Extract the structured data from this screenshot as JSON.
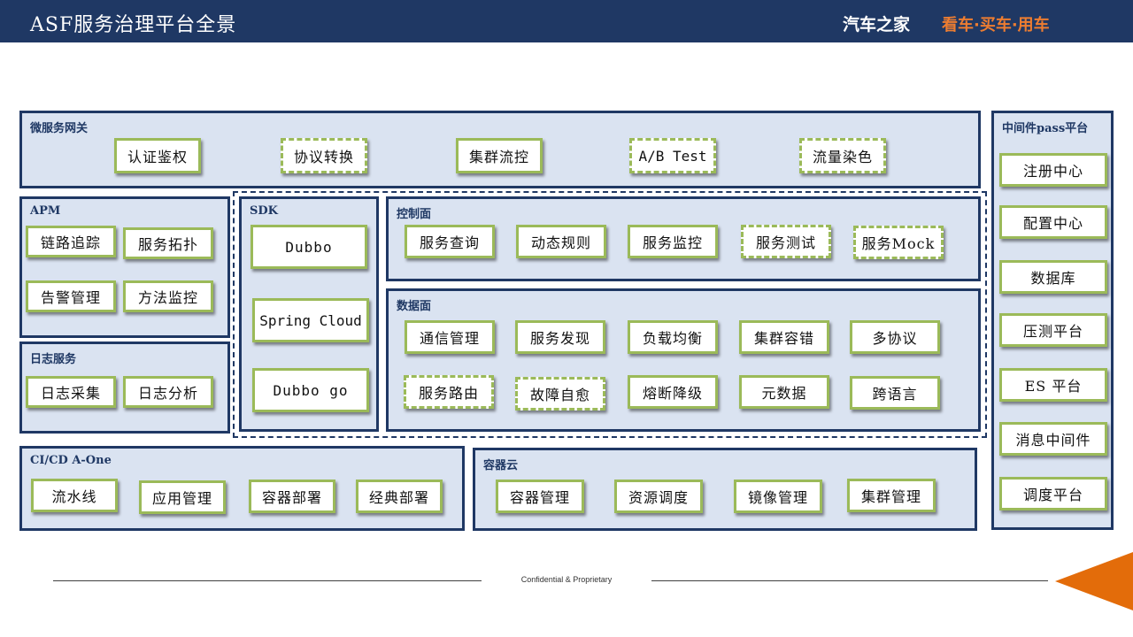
{
  "header": {
    "title": "ASF服务治理平台全景",
    "brand": "汽车之家",
    "slogan": "看车·买车·用车"
  },
  "gateway": {
    "title": "微服务网关",
    "items": [
      "认证鉴权",
      "协议转换",
      "集群流控",
      "A/B Test",
      "流量染色"
    ]
  },
  "middleware": {
    "title": "中间件pass平台",
    "items": [
      "注册中心",
      "配置中心",
      "数据库",
      "压测平台",
      "ES 平台",
      "消息中间件",
      "调度平台"
    ]
  },
  "apm": {
    "title": "APM",
    "items": [
      "链路追踪",
      "服务拓扑",
      "告警管理",
      "方法监控"
    ]
  },
  "log": {
    "title": "日志服务",
    "items": [
      "日志采集",
      "日志分析"
    ]
  },
  "sdk": {
    "title": "SDK",
    "items": [
      "Dubbo",
      "Spring Cloud",
      "Dubbo go"
    ]
  },
  "control": {
    "title": "控制面",
    "items": [
      "服务查询",
      "动态规则",
      "服务监控",
      "服务测试",
      "服务Mock"
    ]
  },
  "data_plane": {
    "title": "数据面",
    "items": [
      "通信管理",
      "服务发现",
      "负载均衡",
      "集群容错",
      "多协议",
      "服务路由",
      "故障自愈",
      "熔断降级",
      "元数据",
      "跨语言"
    ]
  },
  "cicd": {
    "title": "CI/CD A-One",
    "items": [
      "流水线",
      "应用管理",
      "容器部署",
      "经典部署"
    ]
  },
  "container": {
    "title": "容器云",
    "items": [
      "容器管理",
      "资源调度",
      "镜像管理",
      "集群管理"
    ]
  },
  "footer": {
    "text": "Confidential & Proprietary"
  },
  "colors": {
    "header_bg": "#1f3864",
    "panel_bg": "#dae3f1",
    "panel_border": "#1f3864",
    "box_border": "#9bba59",
    "slogan": "#ed7d31",
    "accent_triangle": "#e36c0a"
  }
}
